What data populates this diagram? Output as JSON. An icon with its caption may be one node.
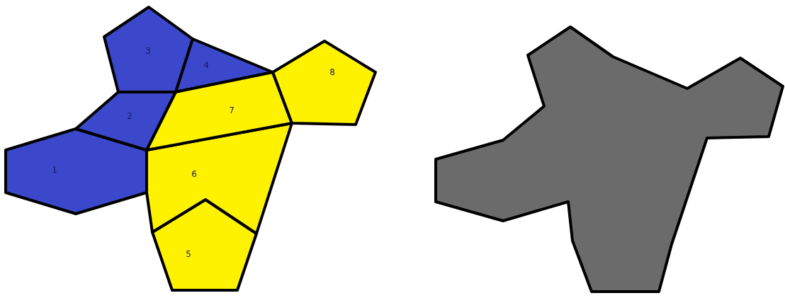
{
  "diagram": {
    "nodes": [
      {
        "text": [
          "1"
        ]
      },
      {
        "text": [
          "2"
        ]
      },
      {
        "text": [
          "3"
        ]
      },
      {
        "text": [
          "4"
        ]
      },
      {
        "text": [
          "5"
        ]
      },
      {
        "text": [
          "6"
        ]
      },
      {
        "text": [
          "7"
        ]
      },
      {
        "text": [
          "8"
        ]
      },
      {
        "text": [],
        "shape": "polygon"
      }
    ],
    "edges": []
  }
}
